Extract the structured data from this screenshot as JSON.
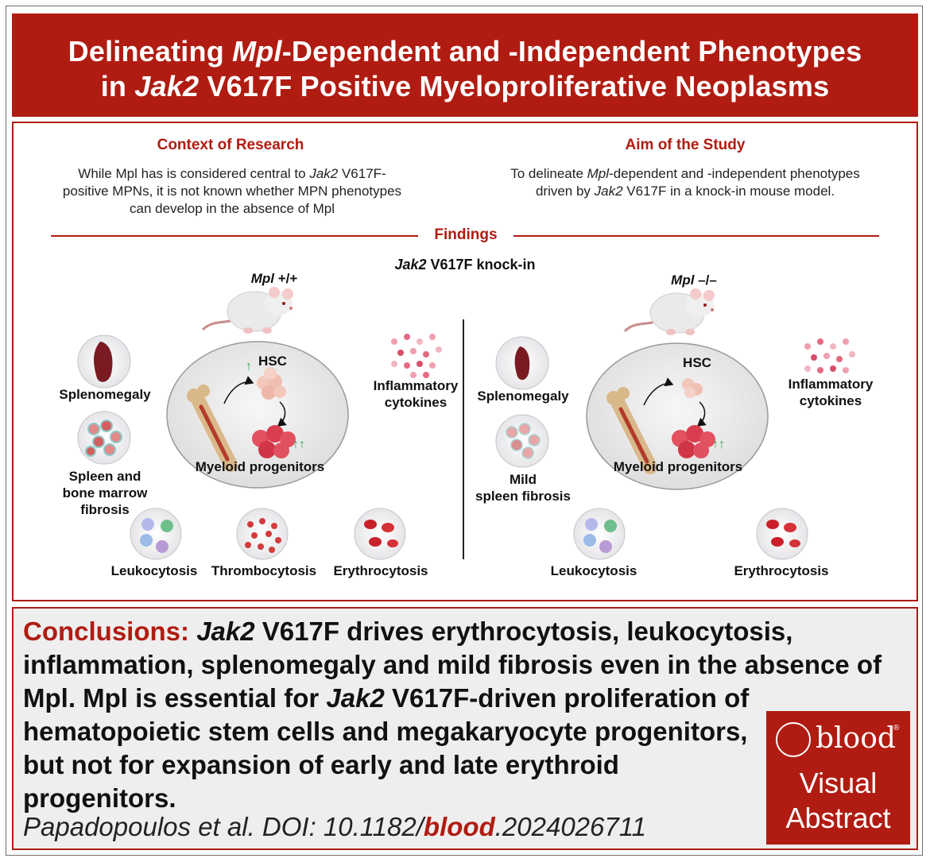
{
  "title": {
    "line1_a": "Delineating ",
    "line1_i": "Mpl",
    "line1_b": "-Dependent and -Independent Phenotypes",
    "line2_a": "in ",
    "line2_i": "Jak2",
    "line2_b": " V617F Positive Myeloproliferative Neoplasms"
  },
  "context": {
    "heading": "Context of Research",
    "text_a": "While Mpl has is considered central to ",
    "text_i": "Jak2",
    "text_b": " V617F-positive MPNs, it is not known whether MPN phenotypes can develop in the absence of Mpl"
  },
  "aim": {
    "heading": "Aim of the Study",
    "text_a": "To delineate ",
    "text_i1": "Mpl",
    "text_b": "-dependent and -independent phenotypes driven by ",
    "text_i2": "Jak2",
    "text_c": " V617F in a knock-in mouse model."
  },
  "findings": {
    "heading": "Findings",
    "model_i": "Jak2",
    "model_b": " V617F knock-in",
    "left": {
      "genotype_i": "Mpl",
      "genotype_b": " +/+",
      "splenomegaly": "Splenomegaly",
      "fibrosis_1": "Spleen and",
      "fibrosis_2": "bone marrow",
      "fibrosis_3": "fibrosis",
      "hsc": "HSC",
      "myeloid": "Myeloid progenitors",
      "inflam_1": "Inflammatory",
      "inflam_2": "cytokines",
      "leuko": "Leukocytosis",
      "thrombo": "Thrombocytosis",
      "erythro": "Erythrocytosis"
    },
    "right": {
      "genotype_i": "Mpl",
      "genotype_b": " –/–",
      "splenomegaly": "Splenomegaly",
      "fibrosis_1": "Mild",
      "fibrosis_2": "spleen fibrosis",
      "hsc": "HSC",
      "myeloid": "Myeloid progenitors",
      "inflam_1": "Inflammatory",
      "inflam_2": "cytokines",
      "leuko": "Leukocytosis",
      "erythro": "Erythrocytosis"
    }
  },
  "conclusions": {
    "label": "Conclusions:",
    "t1": " ",
    "i1": "Jak2",
    "t2": " V617F drives erythrocytosis, leukocytosis, inflammation, splenomegaly and mild fibrosis even in the absence of Mpl. Mpl is essential for ",
    "i2": "Jak2",
    "t3": " V617F-driven proliferation of",
    "t4": "hematopoietic stem cells and megakaryocyte progenitors,",
    "t5": "but not for expansion of early and late erythroid",
    "t6": "progenitors."
  },
  "citation": {
    "a": "Papadopoulos et al. DOI: 10.1182/",
    "b": "blood",
    "c": ".2024026711"
  },
  "logo": {
    "blood": "blood",
    "reg": "®",
    "visual": "Visual",
    "abstract": "Abstract"
  },
  "colors": {
    "brand_red": "#b01c12",
    "arrow_green": "#3aa64a",
    "panel_bg": "#eeeeee"
  }
}
